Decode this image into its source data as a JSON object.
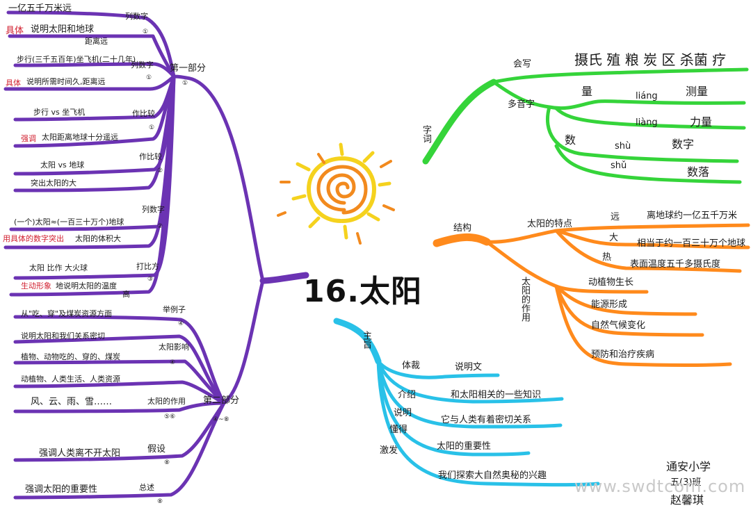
{
  "title": "16.太阳",
  "author": [
    "通安小学",
    "五(3)班",
    "赵馨琪"
  ],
  "watermark": "www.swdtcom.com",
  "colors": {
    "purple": "#6b33b3",
    "green": "#35d43a",
    "orange": "#ff8a1c",
    "blue": "#29c1e8",
    "red": "#d11f2f",
    "sun_yellow": "#f5d21e",
    "sun_orange": "#f28a1e"
  },
  "left": {
    "part1": {
      "label": "第一部分",
      "num": "①",
      "items": [
        {
          "text": "一亿五千万米远",
          "tag": "列数字",
          "num": "①",
          "extra": ""
        },
        {
          "prefix": "具体",
          "text": "说明太阳和地球",
          "extra": "距离远",
          "tag": "",
          "num": ""
        },
        {
          "text": "步行(三千五百年)坐飞机(二十几年)",
          "tag": "列数字",
          "num": "①",
          "extra": ""
        },
        {
          "prefix": "具体",
          "text": "说明所需时间久,距离远",
          "tag": "",
          "num": "",
          "extra": ""
        },
        {
          "text": "步行 vs 坐飞机",
          "tag": "作比较",
          "num": "①",
          "extra": ""
        },
        {
          "prefix": "强调",
          "text": "太阳距离地球十分遥远",
          "tag": "",
          "num": "",
          "extra": ""
        },
        {
          "text": "太阳 vs 地球",
          "tag": "作比较",
          "num": "②",
          "extra": ""
        },
        {
          "text": "突出太阳的大",
          "tag": "",
          "num": "",
          "extra": ""
        },
        {
          "text": "(一个)太阳≈(一百三十万个)地球",
          "tag": "列数字",
          "num": "②",
          "extra": ""
        },
        {
          "prefix": "用具体的数字突出",
          "text": "太阳的体积大",
          "tag": "",
          "num": "",
          "extra": ""
        },
        {
          "text": "太阳 比作 大火球",
          "tag": "打比方",
          "num": "③",
          "extra": ""
        },
        {
          "prefix": "生动形象",
          "text": "地说明太阳的温度",
          "extra": "高",
          "tag": "",
          "num": ""
        }
      ]
    },
    "part2": {
      "label": "第二部分",
      "num": "④~⑧",
      "items": [
        {
          "text": "从\"吃、穿\"及煤炭资源方面",
          "tag": "举例子",
          "num": "④"
        },
        {
          "text": "说明太阳和我们关系密切",
          "tag": "",
          "num": ""
        },
        {
          "text": "植物、动物吃的、穿的、煤炭",
          "tag": "太阳影响",
          "num": "④"
        },
        {
          "text": "动植物、人类生活、人类资源",
          "tag": "",
          "num": ""
        },
        {
          "text": "风、云、雨、雪……",
          "tag": "太阳的作用",
          "num": "⑤⑥"
        },
        {
          "text": "强调人类离不开太阳",
          "tag": "假设",
          "num": "⑧"
        },
        {
          "text": "强调太阳的重要性",
          "tag": "总述",
          "num": "⑧"
        }
      ]
    }
  },
  "right_green": {
    "label": "字词",
    "write": {
      "label": "会写",
      "words": "摄氏 殖 粮 炭 区 杀菌 疗"
    },
    "poly": {
      "label": "多音字",
      "chars": [
        {
          "char": "量",
          "readings": [
            {
              "pinyin": "liáng",
              "word": "测量"
            },
            {
              "pinyin": "liàng",
              "word": "力量"
            }
          ]
        },
        {
          "char": "数",
          "readings": [
            {
              "pinyin": "shù",
              "word": "数字"
            },
            {
              "pinyin": "shǔ",
              "word": "数落"
            }
          ]
        }
      ]
    }
  },
  "right_orange": {
    "label": "结构",
    "features": {
      "label": "太阳的特点",
      "items": [
        {
          "key": "远",
          "text": "离地球约一亿五千万米"
        },
        {
          "key": "大",
          "text": "相当于约一百三十万个地球"
        },
        {
          "key": "热",
          "text": "表面温度五千多摄氏度"
        }
      ]
    },
    "uses": {
      "label": "太阳的作用",
      "items": [
        "动植物生长",
        "能源形成",
        "自然气候变化",
        "预防和治疗疾病"
      ]
    }
  },
  "bottom_blue": {
    "label": "主旨",
    "items": [
      {
        "key": "体裁",
        "text": "说明文"
      },
      {
        "key": "介绍",
        "text": "和太阳相关的一些知识"
      },
      {
        "key": "说明",
        "text": "它与人类有着密切关系"
      },
      {
        "key": "懂得",
        "text": "太阳的重要性"
      },
      {
        "key": "激发",
        "text": "我们探索大自然奥秘的兴趣"
      }
    ]
  }
}
